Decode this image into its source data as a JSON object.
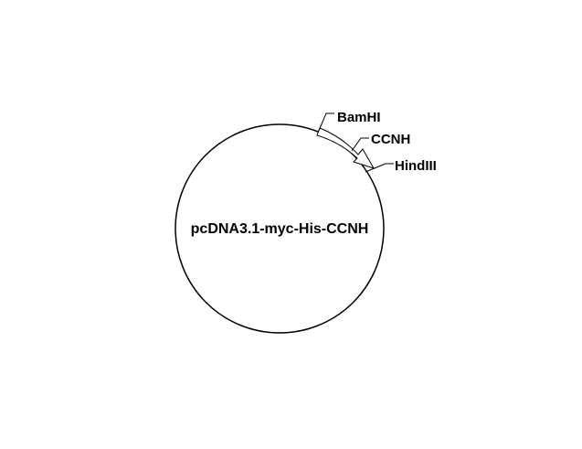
{
  "plasmid": {
    "name": "pcDNA3.1-myc-His-CCNH"
  },
  "features": {
    "insert_label": "CCNH",
    "site_start": "BamHI",
    "site_end": "HindIII"
  },
  "colors": {
    "line": "#000000",
    "background": "#ffffff"
  }
}
